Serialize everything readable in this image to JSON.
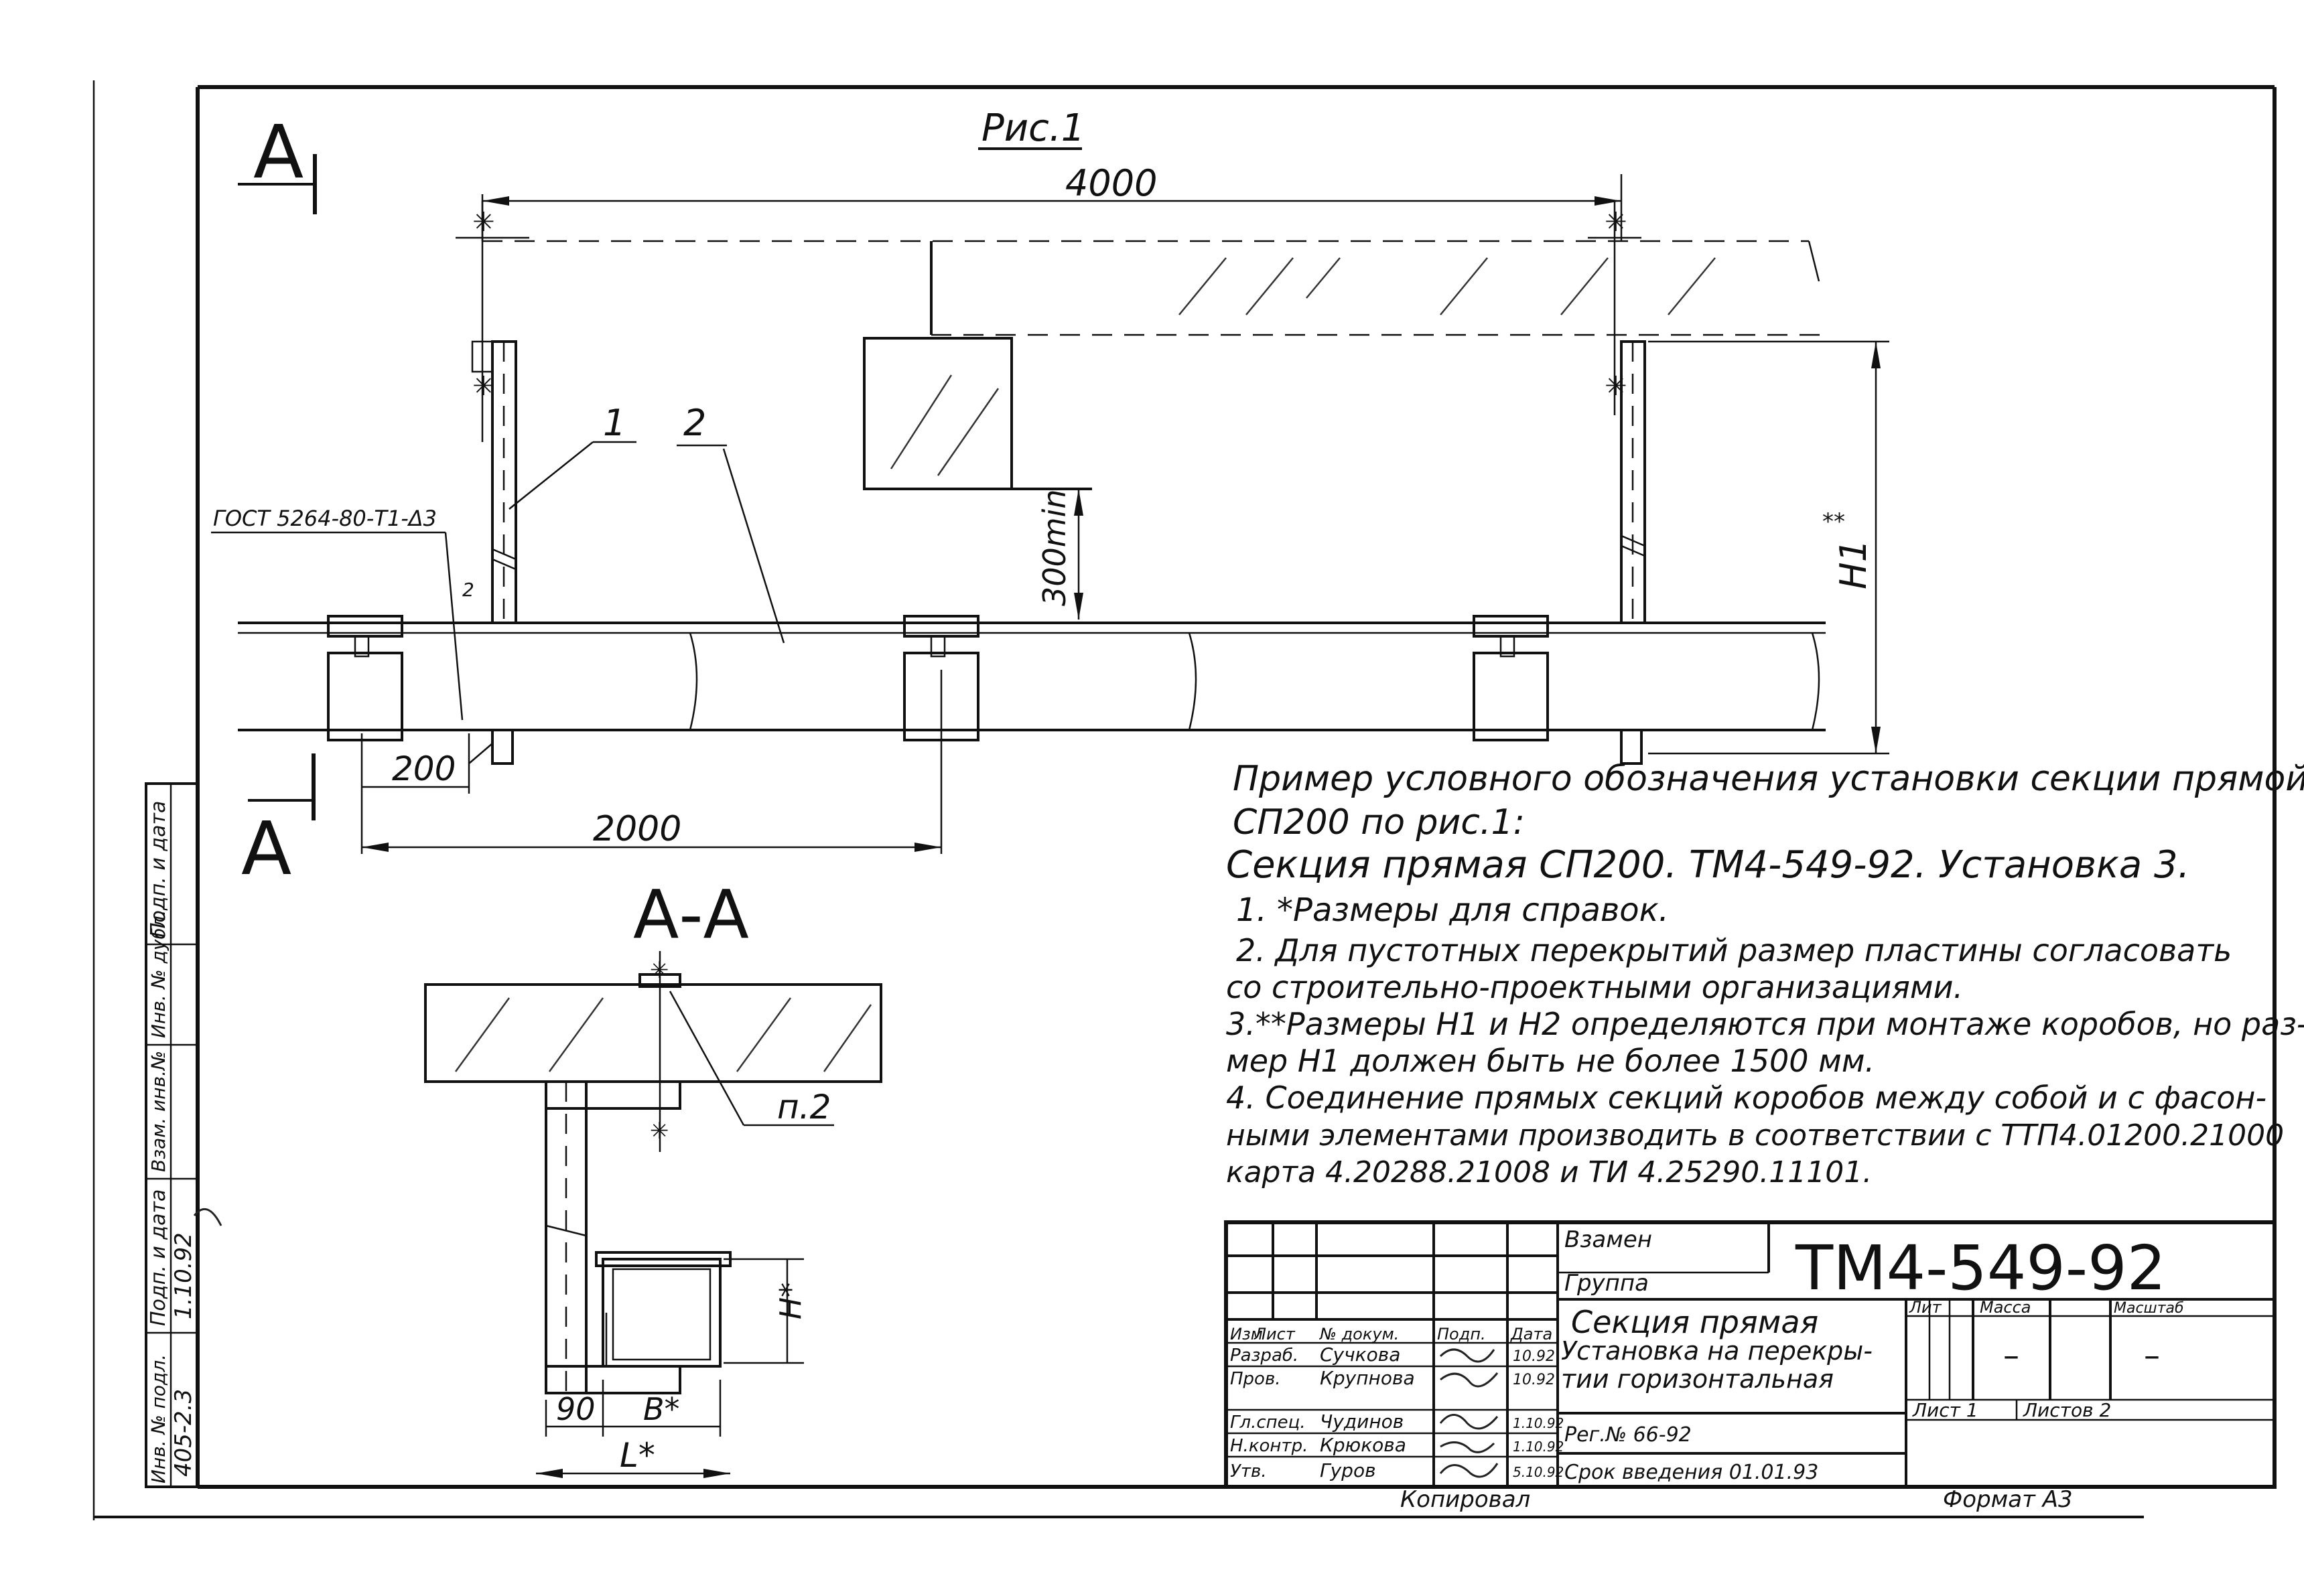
{
  "figure_label": "Рис.1",
  "section_marker": "А",
  "section_title": "А-А",
  "dimensions": {
    "span": "4000",
    "clearance": "300min",
    "offset": "200",
    "spacing": "2000",
    "height_h1": "H1",
    "height_marks": "**",
    "section_offset": "90",
    "section_b": "B*",
    "section_l": "L*",
    "section_h": "H*"
  },
  "callouts": {
    "part1": "1",
    "part2": "2",
    "bolt_standard": "ГОСТ 5264-80-Т1-Δ3",
    "weld_mark": "2",
    "note_ref": "п.2"
  },
  "notes": {
    "example_line1": "Пример условного обозначения установки секции прямой",
    "example_line2": "СП200 по рис.1:",
    "designation": "Секция прямая СП200. ТМ4-549-92. Установка 3.",
    "items": [
      "1. *Размеры для справок.",
      "2. Для пустотных перекрытий размер пластины согласовать",
      "со строительно-проектными организациями.",
      "3.**Размеры H1 и H2 определяются при монтаже коробов, но раз-",
      "мер H1 должен быть не более 1500 мм.",
      "4. Соединение прямых секций коробов между собой и с фасон-",
      "ными элементами производить в соответствии с ТТП4.01200.21000",
      "карта 4.20288.21008   и  ТИ 4.25290.11101."
    ]
  },
  "side_stamp": {
    "col1": "Подп. и дата",
    "col2": "Инв. № дубл.",
    "col3": "Взам. инв.№",
    "col4": "Подп. и дата",
    "col5": "Инв. № подл.",
    "value_date": "1.10.92",
    "value_inv": "405-2.3"
  },
  "title_block": {
    "replaces": "Взамен",
    "group": "Группа",
    "doc_code": "ТМ4-549-92",
    "headers": [
      "Изм",
      "Лист",
      "№ докум.",
      "Подп.",
      "Дата"
    ],
    "title_line1": "Секция прямая",
    "title_line2": "Установка на перекры-",
    "title_line3": "тии горизонтальная",
    "col_lit": "Лит",
    "col_mass": "Масса",
    "col_scale": "Масштаб",
    "mass_value": "–",
    "scale_value": "–",
    "sheet": "Лист 1",
    "sheets": "Листов 2",
    "reg_no": "Рег.№ 66-92",
    "intro_date": "Срок введения 01.01.93",
    "roles": [
      {
        "role": "Разраб.",
        "name": "Сучкова",
        "date": "10.92"
      },
      {
        "role": "Пров.",
        "name": "Крупнова",
        "date": "10.92"
      },
      {
        "role": "Гл.спец.",
        "name": "Чудинов",
        "date": "1.10.92"
      },
      {
        "role": "Н.контр.",
        "name": "Крюкова",
        "date": "1.10.92"
      },
      {
        "role": "Утв.",
        "name": "Гуров",
        "date": "5.10.92"
      }
    ]
  },
  "footer": {
    "copied": "Копировал",
    "format": "Формат А3"
  }
}
